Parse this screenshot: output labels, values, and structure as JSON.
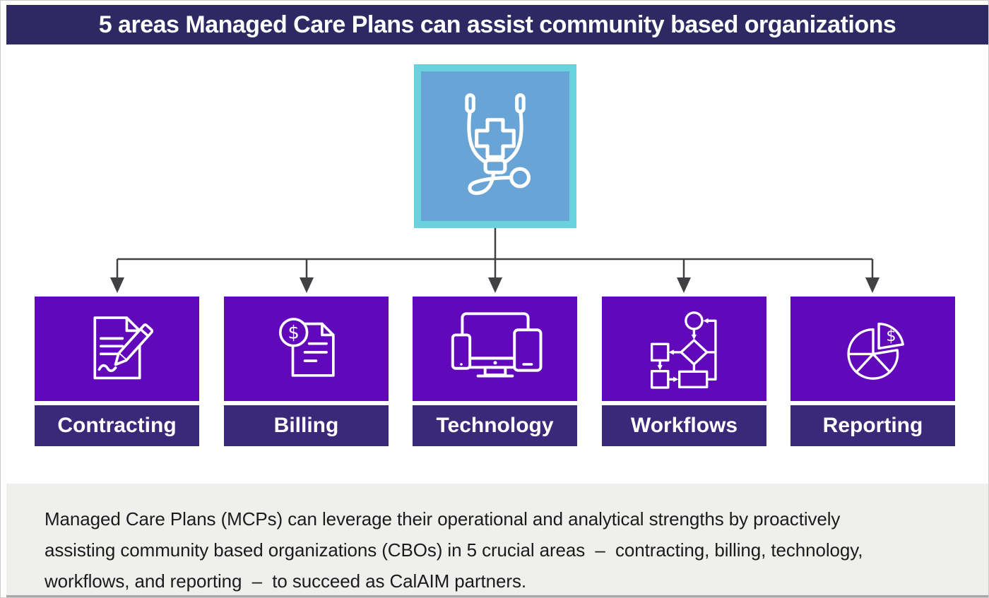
{
  "header": {
    "title": "5 areas Managed Care Plans can assist community based organizations"
  },
  "hub": {
    "icon": "stethoscope-icon"
  },
  "areas": [
    {
      "label": "Contracting",
      "icon": "contract-signing-icon"
    },
    {
      "label": "Billing",
      "icon": "billing-invoice-icon"
    },
    {
      "label": "Technology",
      "icon": "devices-icon"
    },
    {
      "label": "Workflows",
      "icon": "flowchart-icon"
    },
    {
      "label": "Reporting",
      "icon": "pie-chart-dollar-icon"
    }
  ],
  "footer": {
    "lines": [
      "Managed Care Plans (MCPs) can leverage their operational and analytical strengths by proactively",
      "assisting community based organizations (CBOs) in 5 crucial areas  –  contracting, billing, technology,",
      "workflows, and reporting  –  to succeed as CalAIM partners."
    ]
  },
  "glyphs": {
    "dollar": "$"
  },
  "colors": {
    "title_bar": "#2E2963",
    "icon_box_purple": "#6109BA",
    "label_bar_purple": "#3A2878",
    "hub_fill_blue": "#68A4D6",
    "hub_border_teal": "#68D2DD",
    "connector_gray": "#414042",
    "summary_band_gray": "#EFEFED",
    "icon_stroke": "#ffffff"
  }
}
